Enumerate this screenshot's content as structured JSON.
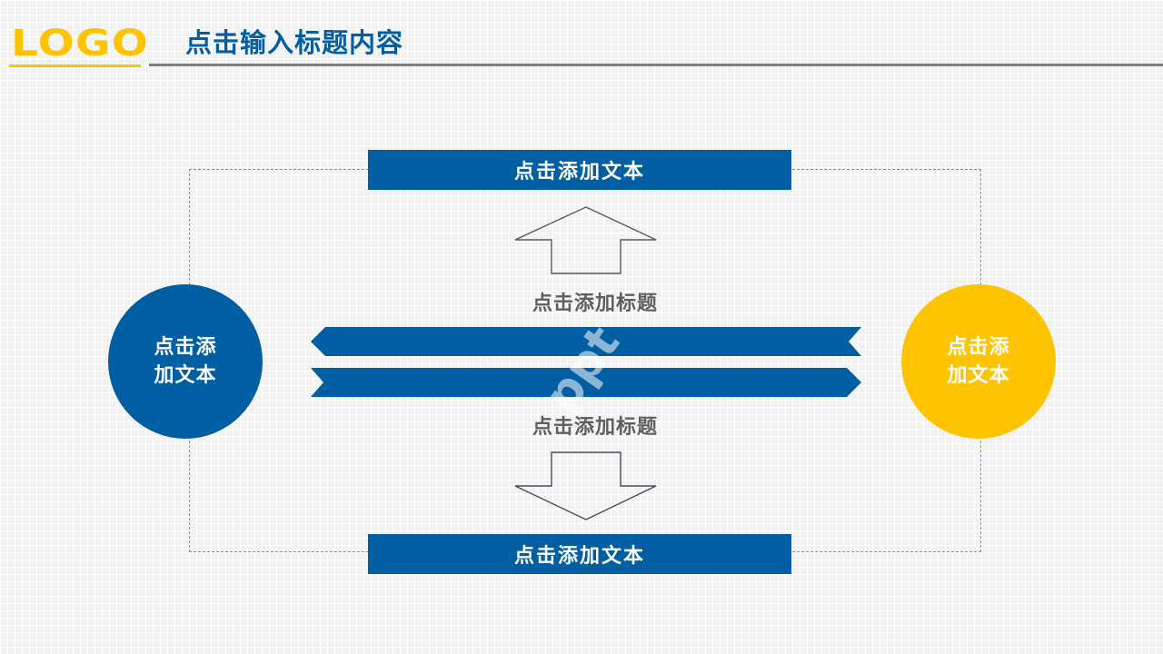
{
  "header": {
    "logo_text": "LOGO",
    "title": "点击输入标题内容"
  },
  "colors": {
    "blue": "#005ea2",
    "yellow": "#ffc400",
    "gray_text": "#5f5f5f",
    "rule_gray": "#808080",
    "dashed_gray": "#8a8a8a",
    "arrow_outline": "#5a5a5a"
  },
  "diagram": {
    "top_box": {
      "label": "点击添加文本"
    },
    "bottom_box": {
      "label": "点击添加文本"
    },
    "left_circle": {
      "line1": "点击添",
      "line2": "加文本"
    },
    "right_circle": {
      "line1": "点击添",
      "line2": "加文本"
    },
    "upper_heading": "点击添加标题",
    "lower_heading": "点击添加标题",
    "up_arrow": {
      "icon": "up-arrow-outline-icon"
    },
    "down_arrow": {
      "icon": "down-arrow-outline-icon"
    },
    "left_ribbon": {
      "icon": "left-ribbon-arrow-icon"
    },
    "right_ribbon": {
      "icon": "right-ribbon-arrow-icon"
    }
  },
  "watermark": "ppt"
}
